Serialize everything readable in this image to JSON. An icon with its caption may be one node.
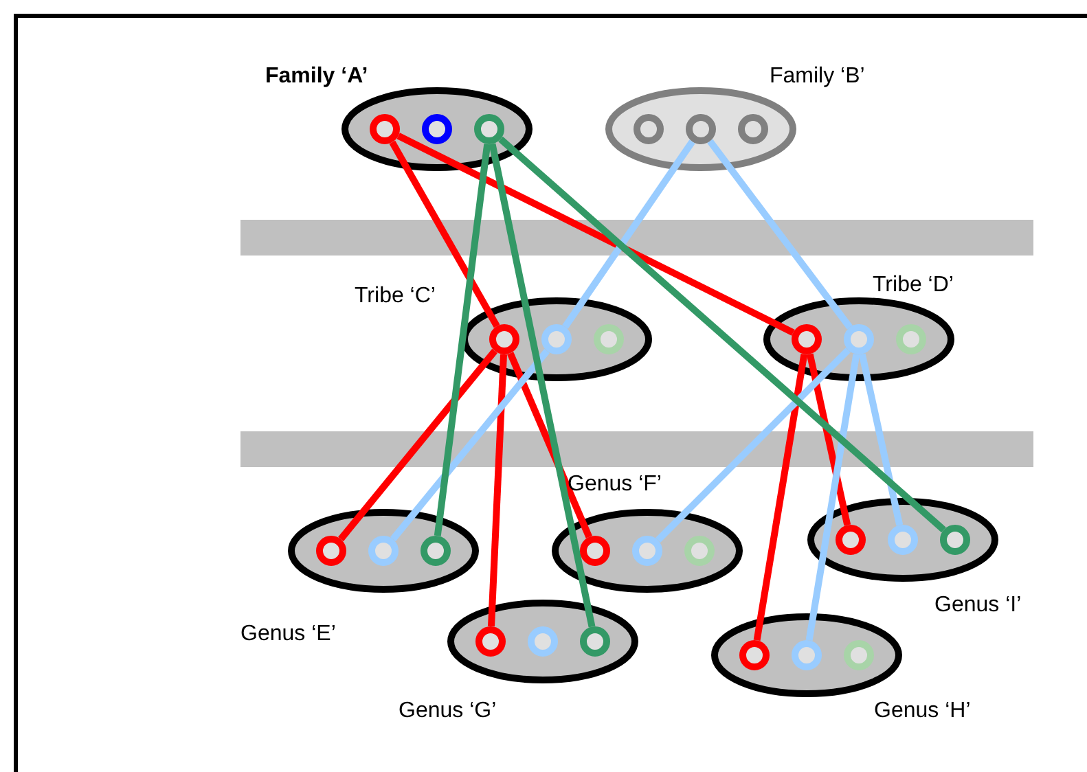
{
  "diagram": {
    "nodes": [
      {
        "text": [
          "Family ‘A’"
        ]
      },
      {
        "text": [],
        "shape": "circle",
        "in": 0
      },
      {
        "text": [],
        "shape": "circle",
        "in": 0
      },
      {
        "text": [],
        "shape": "circle",
        "in": 0
      },
      {
        "text": [
          "Family ‘B’"
        ]
      },
      {
        "text": [],
        "shape": "circle",
        "in": 4
      },
      {
        "text": [],
        "shape": "circle",
        "in": 4
      },
      {
        "text": [],
        "shape": "circle",
        "in": 4
      },
      {
        "text": [
          "Tribe ‘C’"
        ]
      },
      {
        "text": [],
        "shape": "circle",
        "in": 8
      },
      {
        "text": [],
        "shape": "circle",
        "in": 8
      },
      {
        "text": [],
        "shape": "circle",
        "in": 8
      },
      {
        "text": [
          "Tribe ‘D’"
        ]
      },
      {
        "text": [],
        "shape": "circle",
        "in": 12
      },
      {
        "text": [],
        "shape": "circle",
        "in": 12
      },
      {
        "text": [],
        "shape": "circle",
        "in": 12
      },
      {
        "text": [
          "Genus ‘E’"
        ]
      },
      {
        "text": [],
        "shape": "circle",
        "in": 16
      },
      {
        "text": [],
        "shape": "circle",
        "in": 16
      },
      {
        "text": [],
        "shape": "circle",
        "in": 16
      },
      {
        "text": [
          "Genus ‘F’"
        ]
      },
      {
        "text": [],
        "shape": "circle",
        "in": 20
      },
      {
        "text": [],
        "shape": "circle",
        "in": 20
      },
      {
        "text": [],
        "shape": "circle",
        "in": 20
      },
      {
        "text": [
          "Genus ‘I’"
        ]
      },
      {
        "text": [],
        "shape": "circle",
        "in": 24
      },
      {
        "text": [],
        "shape": "circle",
        "in": 24
      },
      {
        "text": [],
        "shape": "circle",
        "in": 24
      },
      {
        "text": [
          "Genus ‘G’"
        ]
      },
      {
        "text": [],
        "shape": "circle",
        "in": 28
      },
      {
        "text": [],
        "shape": "circle",
        "in": 28
      },
      {
        "text": [],
        "shape": "circle",
        "in": 28
      },
      {
        "text": [
          "Genus ‘H’"
        ]
      },
      {
        "text": [],
        "shape": "circle",
        "in": 32
      },
      {
        "text": [],
        "shape": "circle",
        "in": 32
      },
      {
        "text": [],
        "shape": "circle",
        "in": 32
      }
    ],
    "edges": [
      {
        "from": 1,
        "to": 9,
        "arrow": "none"
      },
      {
        "from": 1,
        "to": 13,
        "arrow": "none"
      },
      {
        "from": 9,
        "to": 17,
        "arrow": "none"
      },
      {
        "from": 9,
        "to": 29,
        "arrow": "none"
      },
      {
        "from": 9,
        "to": 21,
        "arrow": "none"
      },
      {
        "from": 13,
        "to": 25,
        "arrow": "none"
      },
      {
        "from": 13,
        "to": 33,
        "arrow": "none"
      },
      {
        "from": 6,
        "to": 10,
        "arrow": "none",
        "color": "#99ccff"
      },
      {
        "from": 6,
        "to": 14,
        "arrow": "none",
        "color": "#99ccff"
      },
      {
        "from": 10,
        "to": 18,
        "arrow": "none",
        "color": "#99ccff"
      },
      {
        "from": 14,
        "to": 22,
        "arrow": "none",
        "color": "#99ccff"
      },
      {
        "from": 14,
        "to": 26,
        "arrow": "none",
        "color": "#99ccff"
      },
      {
        "from": 14,
        "to": 34,
        "arrow": "none",
        "color": "#99ccff"
      },
      {
        "from": 3,
        "to": 19,
        "arrow": "none",
        "color": "#339966"
      },
      {
        "from": 3,
        "to": 31,
        "arrow": "none",
        "color": "#339966"
      },
      {
        "from": 3,
        "to": 27,
        "arrow": "none",
        "color": "#339966"
      }
    ]
  }
}
